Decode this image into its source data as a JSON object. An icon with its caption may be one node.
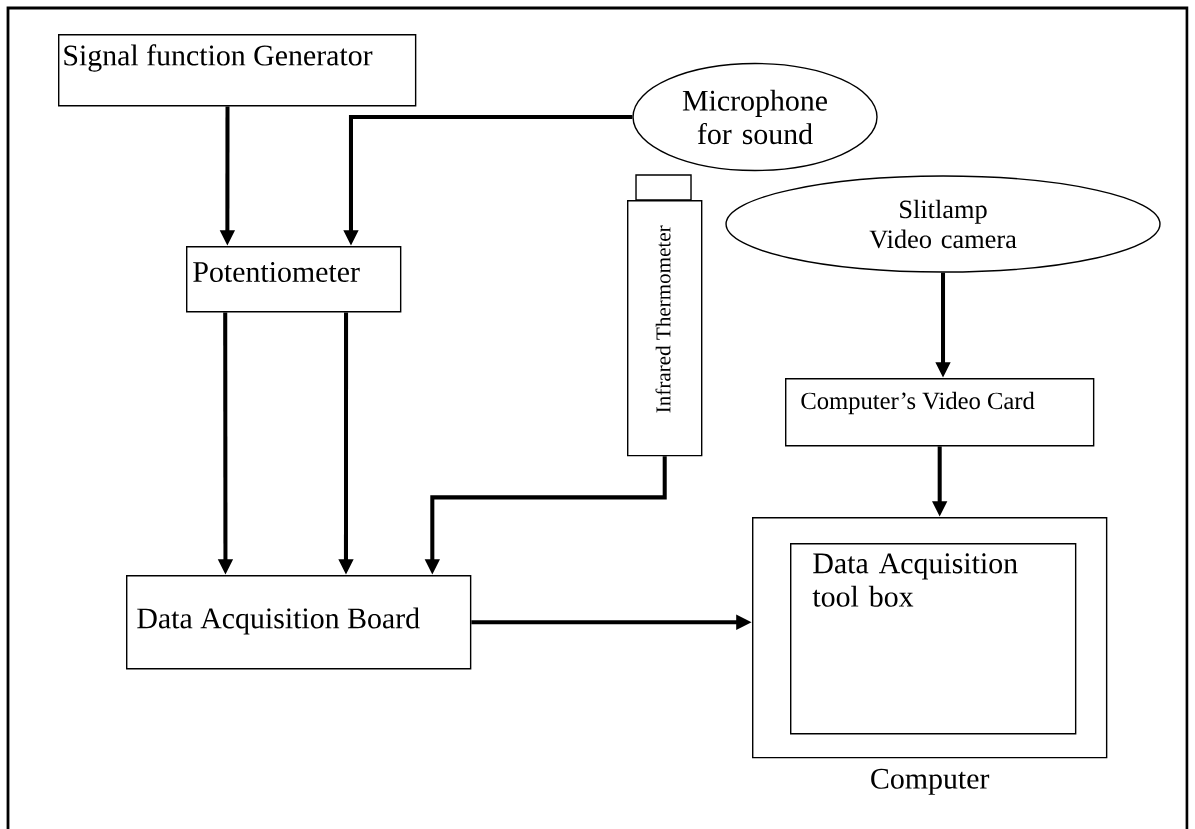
{
  "diagram": {
    "nodes": [
      {
        "text": [
          "Signal function Generator"
        ]
      },
      {
        "text": [
          "Microphone for sound"
        ]
      },
      {
        "text": [
          "Infrared Thermometer"
        ]
      },
      {
        "text": [
          "Slitlamp Video camera"
        ]
      },
      {
        "text": [
          "Potentiometer"
        ]
      },
      {
        "text": [
          "Computer’s Video Card"
        ]
      },
      {
        "text": [
          "Data Acquisition Board"
        ]
      },
      {
        "text": [],
        "shape": "box",
        "beside": [
          "Computer"
        ]
      },
      {
        "text": [
          "Data Acquisition tool box"
        ],
        "in": 7
      }
    ],
    "edges": [
      {
        "from": 0,
        "to": 4,
        "arrow": "to"
      },
      {
        "from": 1,
        "to": 4,
        "arrow": "to"
      },
      {
        "from": 4,
        "to": 6,
        "arrow": "to"
      },
      {
        "from": 4,
        "to": 6,
        "arrow": "to"
      },
      {
        "from": 2,
        "to": 6,
        "arrow": "to"
      },
      {
        "from": 3,
        "to": 5,
        "arrow": "to"
      },
      {
        "from": 5,
        "to": 7,
        "arrow": "to"
      },
      {
        "from": 6,
        "to": 7,
        "arrow": "to"
      }
    ]
  }
}
